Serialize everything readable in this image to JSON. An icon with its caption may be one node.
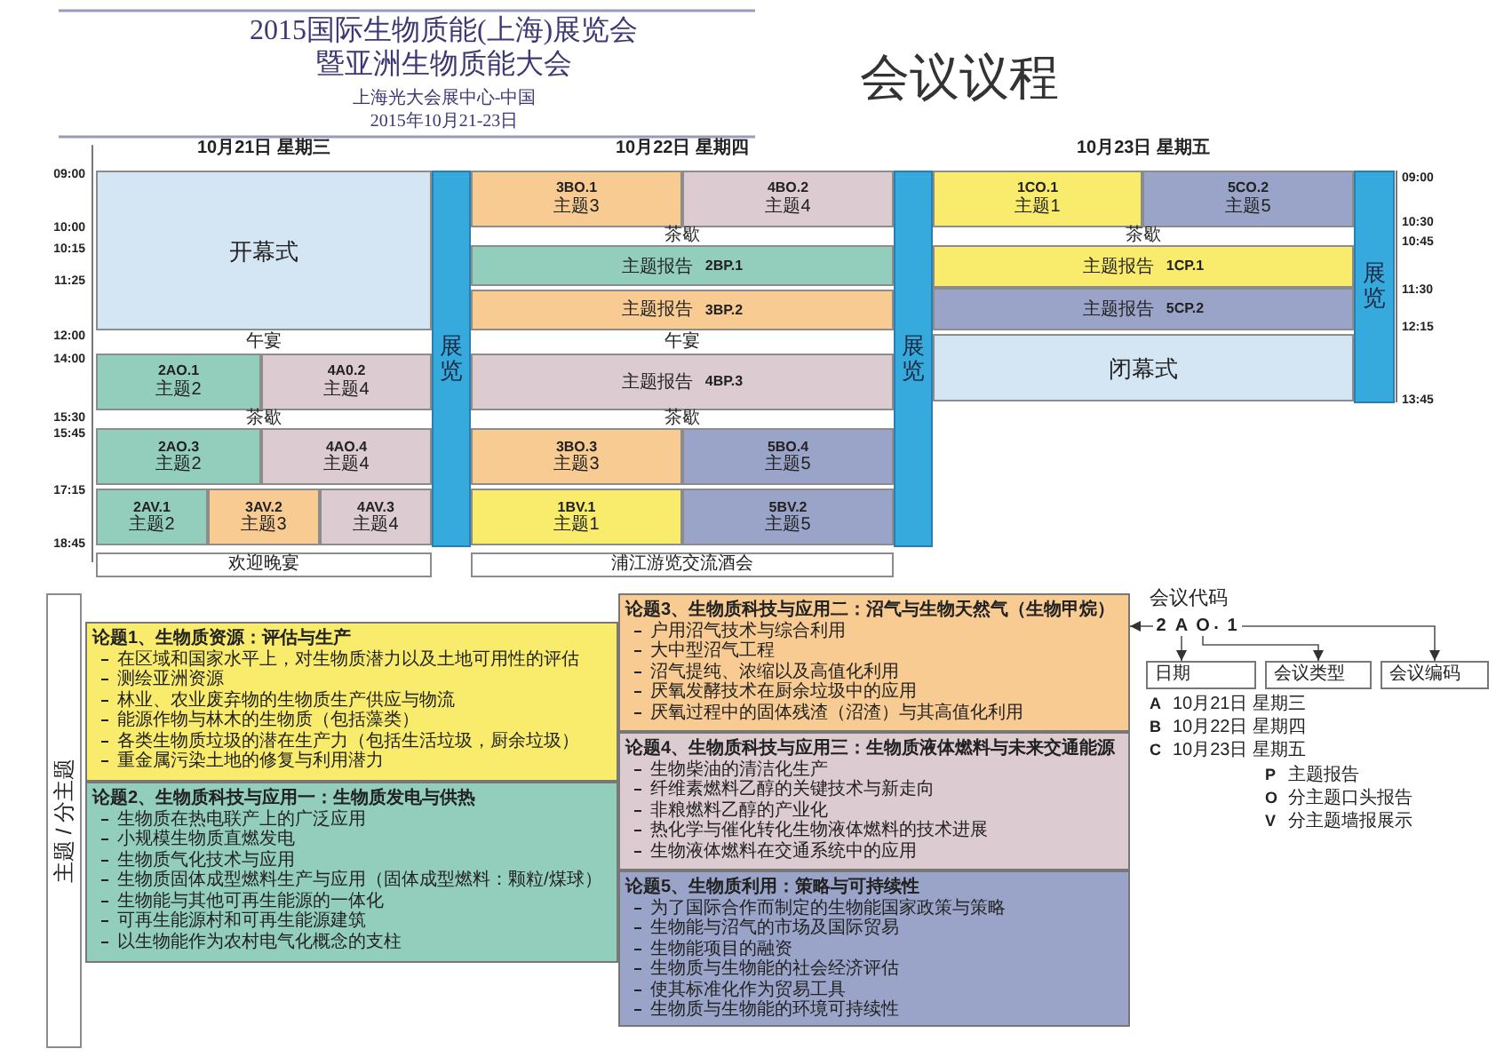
{
  "diagram": {
    "title": "2015国际生物质能(上海)展览会暨亚洲生物质能大会",
    "nodes": [
      {
        "text": [
          "开幕式"
        ]
      },
      {
        "text": [
          "2AO.1",
          "主题2"
        ]
      },
      {
        "text": [
          "4A0.2",
          "主题4"
        ]
      },
      {
        "text": [
          "2AO.3",
          "主题2"
        ]
      },
      {
        "text": [
          "4AO.4",
          "主题4"
        ]
      },
      {
        "text": [
          "2AV.1",
          "主题2"
        ]
      },
      {
        "text": [
          "3AV.2",
          "主题3"
        ]
      },
      {
        "text": [
          "4AV.3",
          "主题4"
        ]
      },
      {
        "text": [
          "展览"
        ]
      },
      {
        "text": [
          "3BO.1",
          "主题3"
        ]
      },
      {
        "text": [
          "4BO.2",
          "主题4"
        ]
      },
      {
        "text": [
          "主题报告",
          "2BP.1"
        ]
      },
      {
        "text": [
          "主题报告",
          "3BP.2"
        ]
      },
      {
        "text": [
          "主题报告",
          "4BP.3"
        ]
      },
      {
        "text": [
          "3BO.3",
          "主题3"
        ]
      },
      {
        "text": [
          "5BO.4",
          "主题5"
        ]
      },
      {
        "text": [
          "1BV.1",
          "主题1"
        ]
      },
      {
        "text": [
          "5BV.2",
          "主题5"
        ]
      },
      {
        "text": [
          "展览"
        ]
      },
      {
        "text": [
          "1CO.1",
          "主题1"
        ]
      },
      {
        "text": [
          "5CO.2",
          "主题5"
        ]
      },
      {
        "text": [
          "主题报告",
          "1CP.1"
        ]
      },
      {
        "text": [
          "主题报告",
          "5CP.2"
        ]
      },
      {
        "text": [
          "闭幕式"
        ]
      },
      {
        "text": [
          "展览"
        ]
      },
      {
        "text": [
          "欢迎晚宴"
        ]
      },
      {
        "text": [
          "浦江游览交流酒会"
        ]
      },
      {
        "text": [
          "主题 / 分主题"
        ]
      },
      {
        "text": [
          "论题1、生物质资源：评估与生产",
          "在区域和国家水平上，对生物质潜力以及土地可用性的评估",
          "测绘亚洲资源",
          "林业、农业废弃物的生物质生产供应与物流",
          "能源作物与林木的生物质（包括藻类）",
          "各类生物质垃圾的潜在生产力（包括生活垃圾，厨余垃圾）",
          "重金属污染土地的修复与利用潜力"
        ]
      },
      {
        "text": [
          "论题2、生物质科技与应用一：生物质发电与供热",
          "生物质在热电联产上的广泛应用",
          "小规模生物质直燃发电",
          "生物质气化技术与应用",
          "生物质固体成型燃料生产与应用（固体成型燃料：颗粒/煤球）",
          "生物能与其他可再生能源的一体化",
          "可再生能源村和可再生能源建筑",
          "以生物能作为农村电气化概念的支柱"
        ]
      },
      {
        "text": [
          "论题3、生物质科技与应用二：沼气与生物天然气（生物甲烷）",
          "户用沼气技术与综合利用",
          "大中型沼气工程",
          "沼气提纯、浓缩以及高值化利用",
          "厌氧发酵技术在厨余垃圾中的应用",
          "厌氧过程中的固体残渣（沼渣）与其高值化利用"
        ]
      },
      {
        "text": [
          "论题4、生物质科技与应用三：生物质液体燃料与未来交通能源",
          "生物柴油的清洁化生产",
          "纤维素燃料乙醇的关键技术与新走向",
          "非粮燃料乙醇的产业化",
          "热化学与催化转化生物液体燃料的技术进展",
          "生物液体燃料在交通系统中的应用"
        ]
      },
      {
        "text": [
          "论题5、生物质利用：策略与可持续性",
          "为了国际合作而制定的生物能国家政策与策略",
          "生物能与沼气的市场及国际贸易",
          "生物能项目的融资",
          "生物质与生物能的社会经济评估",
          "使其标准化作为贸易工具",
          "生物质与生物能的环境可持续性"
        ]
      },
      {
        "text": [
          "2"
        ]
      },
      {
        "text": [
          "A"
        ]
      },
      {
        "text": [
          "O"
        ]
      },
      {
        "text": [
          "1"
        ]
      },
      {
        "text": [
          "日期"
        ]
      },
      {
        "text": [
          "会议类型"
        ]
      },
      {
        "text": [
          "会议编码"
        ]
      }
    ],
    "edges": [
      {
        "from": 33,
        "to": 30,
        "arrow": "to"
      },
      {
        "from": 34,
        "to": 37,
        "arrow": "to"
      },
      {
        "from": 35,
        "to": 38,
        "arrow": "to"
      },
      {
        "from": 36,
        "to": 39,
        "arrow": "to"
      }
    ],
    "labels": [
      "上海光大会展中心-中国",
      "2015年10月21-23日",
      "会议议程",
      "10月21日 星期三",
      "10月22日 星期四",
      "10月23日 星期五",
      "09:00",
      "10:00",
      "10:15",
      "11:25",
      "12:00",
      "14:00",
      "15:30",
      "15:45",
      "17:15",
      "18:45",
      "09:00",
      "10:30",
      "10:45",
      "11:30",
      "12:15",
      "13:45",
      "午宴",
      "茶歇",
      "茶歇",
      "午宴",
      "茶歇",
      "茶歇",
      "会议代码",
      ".",
      "A",
      "10月21日 星期三",
      "B",
      "10月22日 星期四",
      "C",
      "10月23日 星期五",
      "P",
      "主题报告",
      "O",
      "分主题口头报告",
      "V",
      "分主题墙报展示"
    ]
  }
}
